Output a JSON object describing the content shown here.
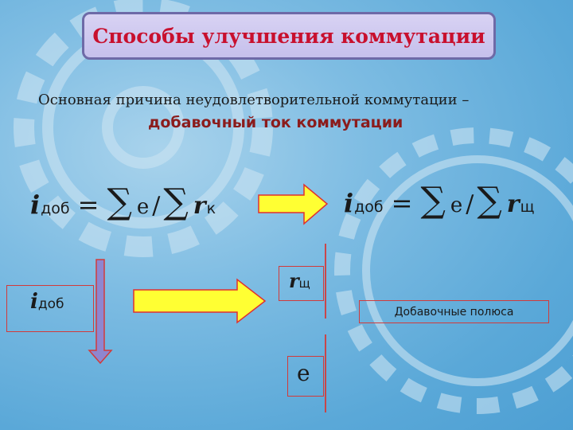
{
  "title": "Способы улучшения  коммутации",
  "intro": {
    "line1": "Основная причина неудовлетворительной коммутации –",
    "line2": "добавочный ток коммутации"
  },
  "formula_left": {
    "i": "i",
    "i_sub": "доб",
    "eq": "=",
    "sigma1": "∑",
    "e": "e",
    "slash": "/",
    "sigma2": "∑",
    "r": "r",
    "r_sub": "к"
  },
  "formula_right": {
    "i": "i",
    "i_sub": "доб",
    "eq": "=",
    "sigma1": "∑",
    "e": "e",
    "slash": "/",
    "sigma2": "∑",
    "r": "r",
    "r_sub": "щ"
  },
  "diagram": {
    "i": "i",
    "i_sub": "доб",
    "r": "r",
    "r_sub": "щ",
    "e": "e",
    "poles_label": "Добавочные полюса"
  },
  "colors": {
    "title_text": "#c8102e",
    "title_bg": "#d8d2f3",
    "arrow_fill": "#ffff33",
    "arrow_stroke": "#e03030",
    "border": "#d23a3a",
    "background": "#7fbde3"
  }
}
